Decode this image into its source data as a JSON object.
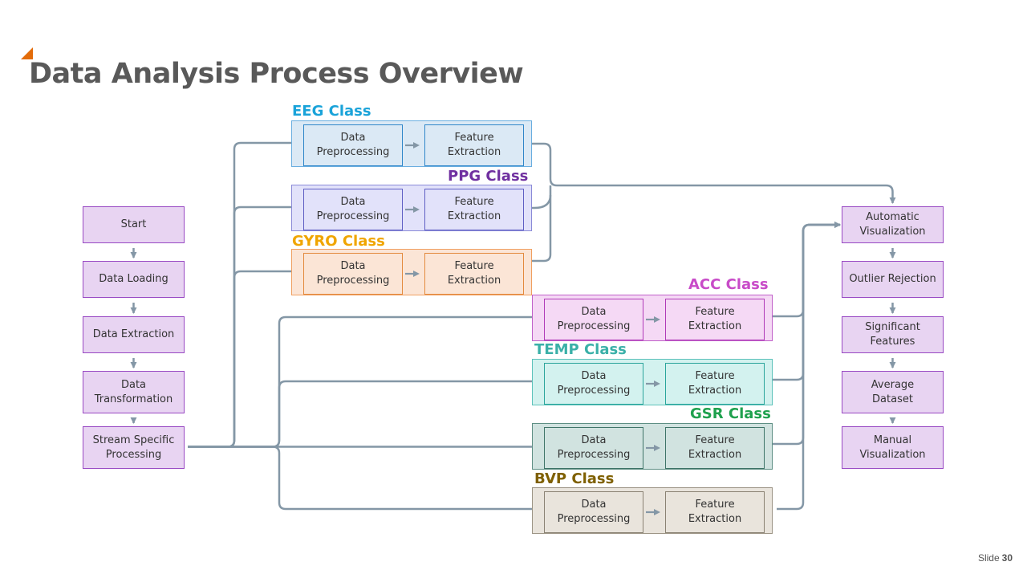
{
  "slide": {
    "title": "Data Analysis Process Overview",
    "slide_label": "Slide",
    "slide_number": "30"
  },
  "left_flow": [
    {
      "label": "Start"
    },
    {
      "label": "Data Loading"
    },
    {
      "label": "Data Extraction"
    },
    {
      "label": "Data\nTransformation"
    },
    {
      "label": "Stream Specific\nProcessing"
    }
  ],
  "right_flow": [
    {
      "label": "Automatic\nVisualization"
    },
    {
      "label": "Outlier Rejection"
    },
    {
      "label": "Significant\nFeatures"
    },
    {
      "label": "Average\nDataset"
    },
    {
      "label": "Manual\nVisualization"
    }
  ],
  "classes": [
    {
      "id": "eeg",
      "name": "EEG Class",
      "color": "#1aa3d9",
      "fill": "#dbe9f5",
      "border": "#6aaee0",
      "inner_border": "#2f86c9",
      "steps": [
        "Data\nPreprocessing",
        "Feature\nExtraction"
      ]
    },
    {
      "id": "ppg",
      "name": "PPG Class",
      "color": "#7030a0",
      "fill": "#e2e2fa",
      "border": "#8b8bd8",
      "inner_border": "#5f5fc4",
      "steps": [
        "Data\nPreprocessing",
        "Feature\nExtraction"
      ]
    },
    {
      "id": "gyro",
      "name": "GYRO Class",
      "color": "#f0a500",
      "fill": "#fbe5d6",
      "border": "#f0a061",
      "inner_border": "#e38a3e",
      "steps": [
        "Data\nPreprocessing",
        "Feature\nExtraction"
      ]
    },
    {
      "id": "acc",
      "name": "ACC Class",
      "color": "#c84bc8",
      "fill": "#f5d9f5",
      "border": "#c060c9",
      "inner_border": "#b03ab8",
      "steps": [
        "Data\nPreprocessing",
        "Feature\nExtraction"
      ]
    },
    {
      "id": "temp",
      "name": "TEMP Class",
      "color": "#3ab0a8",
      "fill": "#d3f2ef",
      "border": "#5cc2ba",
      "inner_border": "#2aa59b",
      "steps": [
        "Data\nPreprocessing",
        "Feature\nExtraction"
      ]
    },
    {
      "id": "gsr",
      "name": "GSR Class",
      "color": "#1fa14e",
      "fill": "#d1e3e0",
      "border": "#5e8f84",
      "inner_border": "#3f7468",
      "steps": [
        "Data\nPreprocessing",
        "Feature\nExtraction"
      ]
    },
    {
      "id": "bvp",
      "name": "BVP Class",
      "color": "#7f6000",
      "fill": "#e9e4dc",
      "border": "#9c9485",
      "inner_border": "#8a8273",
      "steps": [
        "Data\nPreprocessing",
        "Feature\nExtraction"
      ]
    }
  ],
  "colors": {
    "connector": "#8497a6",
    "flow_fill": "#e8d4f2",
    "flow_border": "#9848c3",
    "title": "#595959",
    "accent": "#e36c0a"
  }
}
